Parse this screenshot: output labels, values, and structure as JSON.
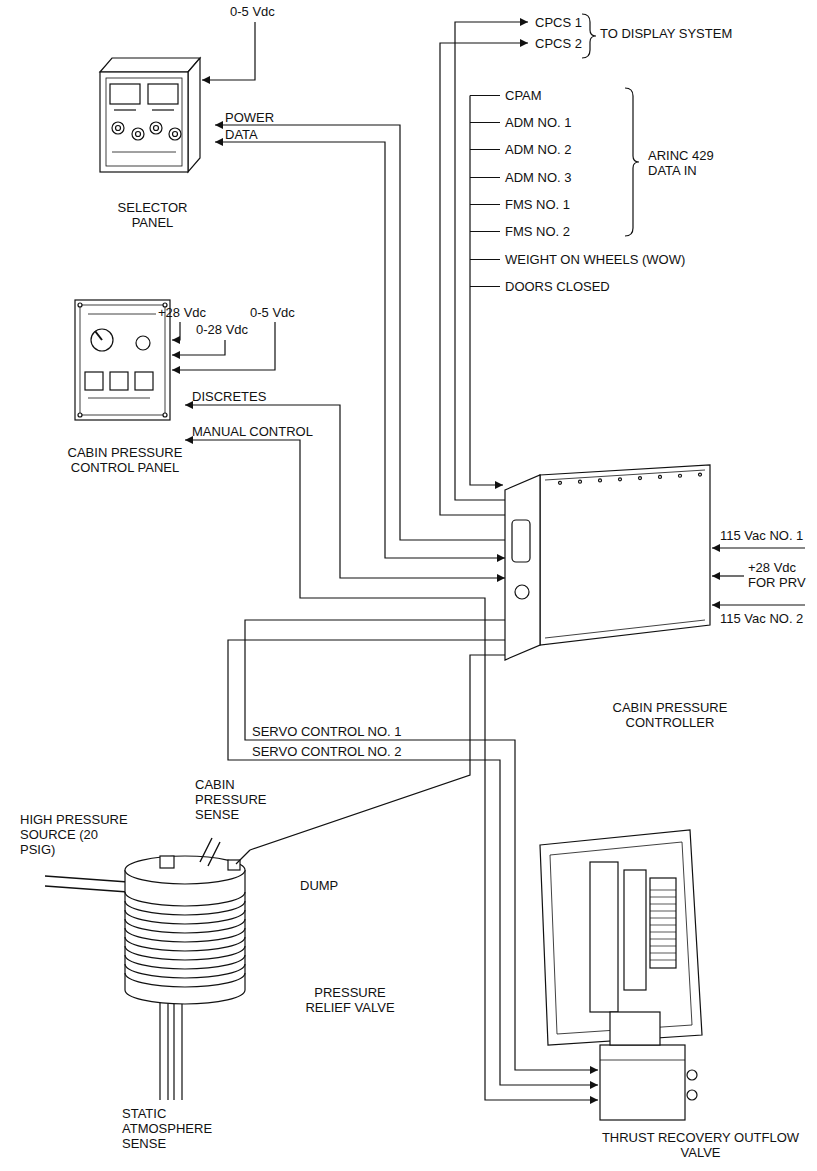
{
  "diagram": {
    "nodes": [
      {
        "text": [
          "SELECTOR PANEL"
        ]
      },
      {
        "text": [
          "CABIN PRESSURE CONTROL PANEL"
        ]
      },
      {
        "text": [
          "CABIN PRESSURE CONTROLLER"
        ]
      },
      {
        "text": [
          "PRESSURE RELIEF VALVE"
        ]
      },
      {
        "text": [
          "THRUST RECOVERY OUTFLOW VALVE"
        ]
      }
    ],
    "edges": [
      {
        "from": 2,
        "to": 0,
        "label": "POWER",
        "arrow": "to"
      },
      {
        "from": 0,
        "to": 2,
        "label": "DATA",
        "arrow": "both"
      },
      {
        "from": 1,
        "to": 2,
        "label": "DISCRETES",
        "arrow": "both"
      },
      {
        "from": 1,
        "to": 4,
        "label": "MANUAL CONTROL",
        "arrow": "both"
      },
      {
        "from": 2,
        "to": 4,
        "label": "SERVO CONTROL NO. 1",
        "arrow": "to"
      },
      {
        "from": 2,
        "to": 4,
        "label": "SERVO CONTROL NO. 2",
        "arrow": "to"
      },
      {
        "from": 2,
        "to": 3,
        "label": "DUMP",
        "arrow": "none"
      }
    ],
    "labels": [
      "0-5 Vdc",
      "CPCS 1",
      "CPCS 2",
      "TO DISPLAY SYSTEM",
      "CPAM",
      "ADM NO. 1",
      "ADM NO. 2",
      "ADM NO. 3",
      "FMS NO. 1",
      "FMS NO. 2",
      "ARINC 429 DATA IN",
      "WEIGHT ON WHEELS (WOW)",
      "DOORS CLOSED",
      "+28 Vdc",
      "0-28 Vdc",
      "0-5 Vdc",
      "115 Vac NO. 1",
      "+28 Vdc FOR PRV",
      "115 Vac NO. 2",
      "HIGH PRESSURE SOURCE (20 PSIG)",
      "CABIN PRESSURE SENSE",
      "STATIC ATMOSPHERE SENSE"
    ]
  }
}
